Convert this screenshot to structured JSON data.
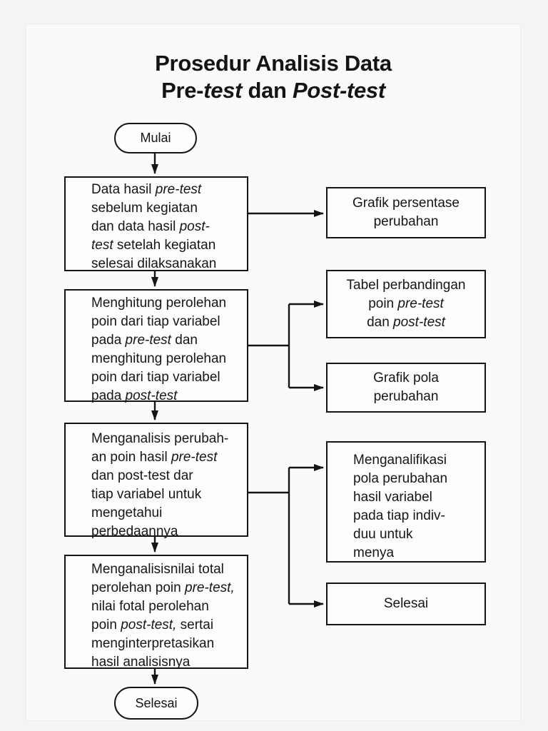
{
  "title": {
    "lines": [
      [
        {
          "t": "Prosedur Analisis Data"
        }
      ],
      [
        {
          "t": "Pre-"
        },
        {
          "t": "test",
          "i": true
        },
        {
          "t": " dan "
        },
        {
          "t": "Post-test",
          "i": true
        }
      ]
    ]
  },
  "terminators": {
    "start_label": "Mulai",
    "end_label": "Selesai"
  },
  "process_boxes": [
    {
      "lines": [
        [
          {
            "t": "Data hasil "
          },
          {
            "t": "pre-test",
            "i": true
          }
        ],
        [
          {
            "t": "sebelum kegiatan"
          }
        ],
        [
          {
            "t": "dan data hasil "
          },
          {
            "t": "post-",
            "i": true
          }
        ],
        [
          {
            "t": "test",
            "i": true
          },
          {
            "t": " setelah kegiatan"
          }
        ],
        [
          {
            "t": "selesai dilaksanakan"
          }
        ]
      ]
    },
    {
      "lines": [
        [
          {
            "t": "Menghitung perolehan"
          }
        ],
        [
          {
            "t": "poin dari tiap variabel"
          }
        ],
        [
          {
            "t": "pada "
          },
          {
            "t": "pre-test",
            "i": true
          },
          {
            "t": " dan"
          }
        ],
        [
          {
            "t": "menghitung perolehan"
          }
        ],
        [
          {
            "t": "poin dari tiap variabel"
          }
        ],
        [
          {
            "t": "pada "
          },
          {
            "t": "post-test",
            "i": true
          }
        ]
      ]
    },
    {
      "lines": [
        [
          {
            "t": "Menganalisis perubah-"
          }
        ],
        [
          {
            "t": "an poin hasil "
          },
          {
            "t": "pre-test",
            "i": true
          }
        ],
        [
          {
            "t": "dan post-test dar"
          }
        ],
        [
          {
            "t": "tiap variabel untuk"
          }
        ],
        [
          {
            "t": "mengetahui"
          }
        ],
        [
          {
            "t": "perbedaannya"
          }
        ]
      ]
    },
    {
      "lines": [
        [
          {
            "t": "Menganalisisnilai total"
          }
        ],
        [
          {
            "t": "perolehan poin "
          },
          {
            "t": "pre-test,",
            "i": true
          }
        ],
        [
          {
            "t": "nilai fotal perolehan"
          }
        ],
        [
          {
            "t": "poin "
          },
          {
            "t": "post-test,",
            "i": true
          },
          {
            "t": " sertai"
          }
        ],
        [
          {
            "t": "menginterpretasikan"
          }
        ],
        [
          {
            "t": "hasil analisisnya"
          }
        ]
      ]
    }
  ],
  "output_boxes": [
    {
      "lines": [
        [
          {
            "t": "Grafik persentase"
          }
        ],
        [
          {
            "t": "perubahan"
          }
        ]
      ]
    },
    {
      "lines": [
        [
          {
            "t": "Tabel perbandingan"
          }
        ],
        [
          {
            "t": "poin "
          },
          {
            "t": "pre-test",
            "i": true
          }
        ],
        [
          {
            "t": "dan "
          },
          {
            "t": "post-test",
            "i": true
          }
        ]
      ]
    },
    {
      "lines": [
        [
          {
            "t": "Grafik pola"
          }
        ],
        [
          {
            "t": "perubahan"
          }
        ]
      ]
    },
    {
      "lines": [
        [
          {
            "t": "Menganalifikasi"
          }
        ],
        [
          {
            "t": "pola perubahan"
          }
        ],
        [
          {
            "t": "hasil variabel"
          }
        ],
        [
          {
            "t": "pada tiap indiv-"
          }
        ],
        [
          {
            "t": "duu untuk"
          }
        ],
        [
          {
            "t": "menya"
          }
        ]
      ]
    },
    {
      "lines": [
        [
          {
            "t": "Selesai"
          }
        ]
      ]
    }
  ],
  "colors": {
    "line": "#141414",
    "text": "#161616",
    "box_background": "#fdfdfd",
    "sheet_background": "#fafafa"
  }
}
